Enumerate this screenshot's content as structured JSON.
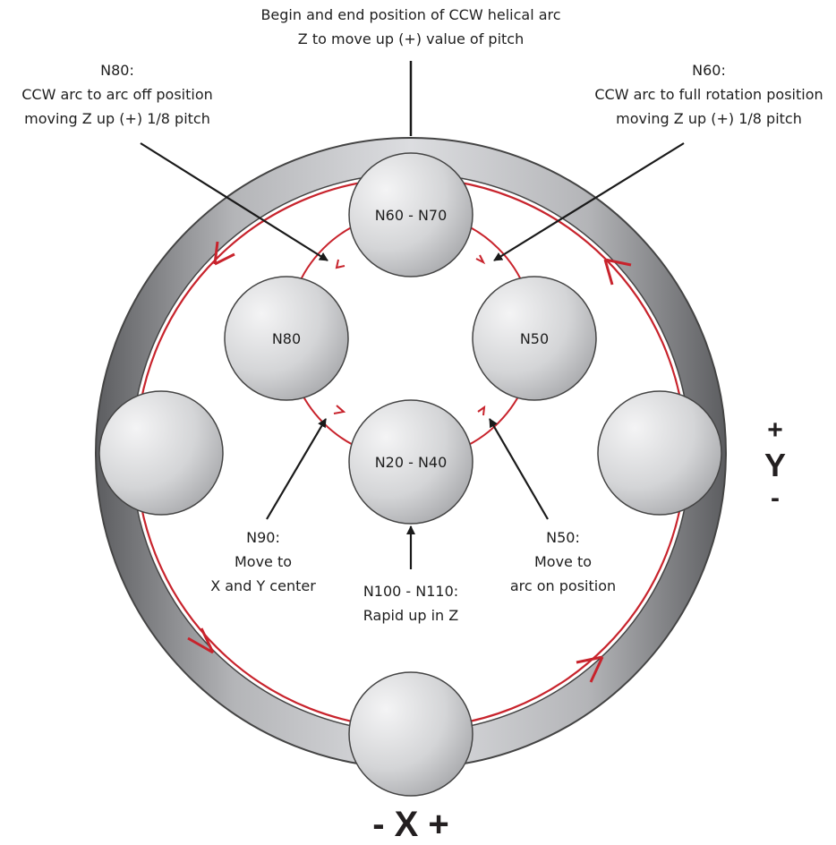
{
  "annotations": {
    "top_line1": "Begin and end position of CCW helical arc",
    "top_line2": "Z to move up (+) value of pitch",
    "n80_line1": "N80:",
    "n80_line2": "CCW arc to arc off position",
    "n80_line3": "moving Z up (+) 1/8 pitch",
    "n60_line1": "N60:",
    "n60_line2": "CCW arc to full rotation position",
    "n60_line3": "moving Z up (+) 1/8 pitch",
    "n90_line1": "N90:",
    "n90_line2": "Move to",
    "n90_line3": "X and Y center",
    "n100_line1": "N100 - N110:",
    "n100_line2": "Rapid up in Z",
    "n50_line1": "N50:",
    "n50_line2": "Move to",
    "n50_line3": "arc on position"
  },
  "tools": {
    "top": "N60 - N70",
    "left": "N80",
    "right": "N50",
    "center": "N20 - N40"
  },
  "axes": {
    "x_label": "- X +",
    "y_plus": "+",
    "y_label": "Y",
    "y_minus": "-"
  },
  "colors": {
    "path_red": "#c8232c",
    "ring_gray": "#8a8b8e",
    "arrow_black": "#1a1a1a"
  }
}
